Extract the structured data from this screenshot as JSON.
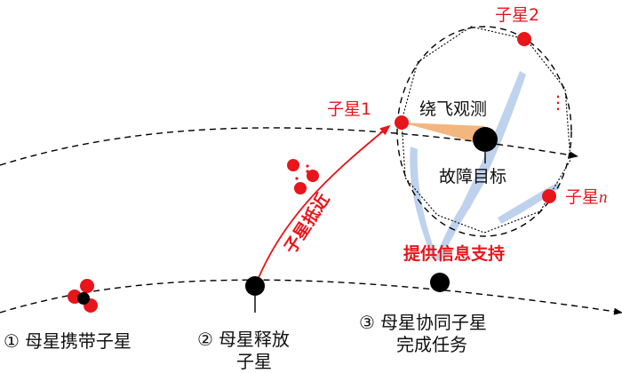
{
  "colors": {
    "mother": "#000000",
    "daughter": "#e8151b",
    "red_text": "#e8151b",
    "black_text": "#111111",
    "beam": "#aac3e8",
    "sector": "#f3b67f",
    "orbit": "#000000"
  },
  "icons": {
    "mother_satellite": "black-circle",
    "daughter_satellite": "red-circle",
    "target": "black-circle"
  },
  "labels": {
    "daughter_1": "子星1",
    "daughter_2": "子星2",
    "daughter_n_base": "子星",
    "daughter_n_sub": "n",
    "flyaround": "绕飞观测",
    "target": "故障目标",
    "approach": "子星抵近",
    "info_support": "提供信息支持",
    "ellipsis": "⋮"
  },
  "steps": {
    "s1_num": "①",
    "s1": "母星携带子星",
    "s2_num": "②",
    "s2_line1": "母星释放",
    "s2_line2": "子星",
    "s3_num": "③",
    "s3_line1": "母星协同子星",
    "s3_line2": "完成任务"
  }
}
